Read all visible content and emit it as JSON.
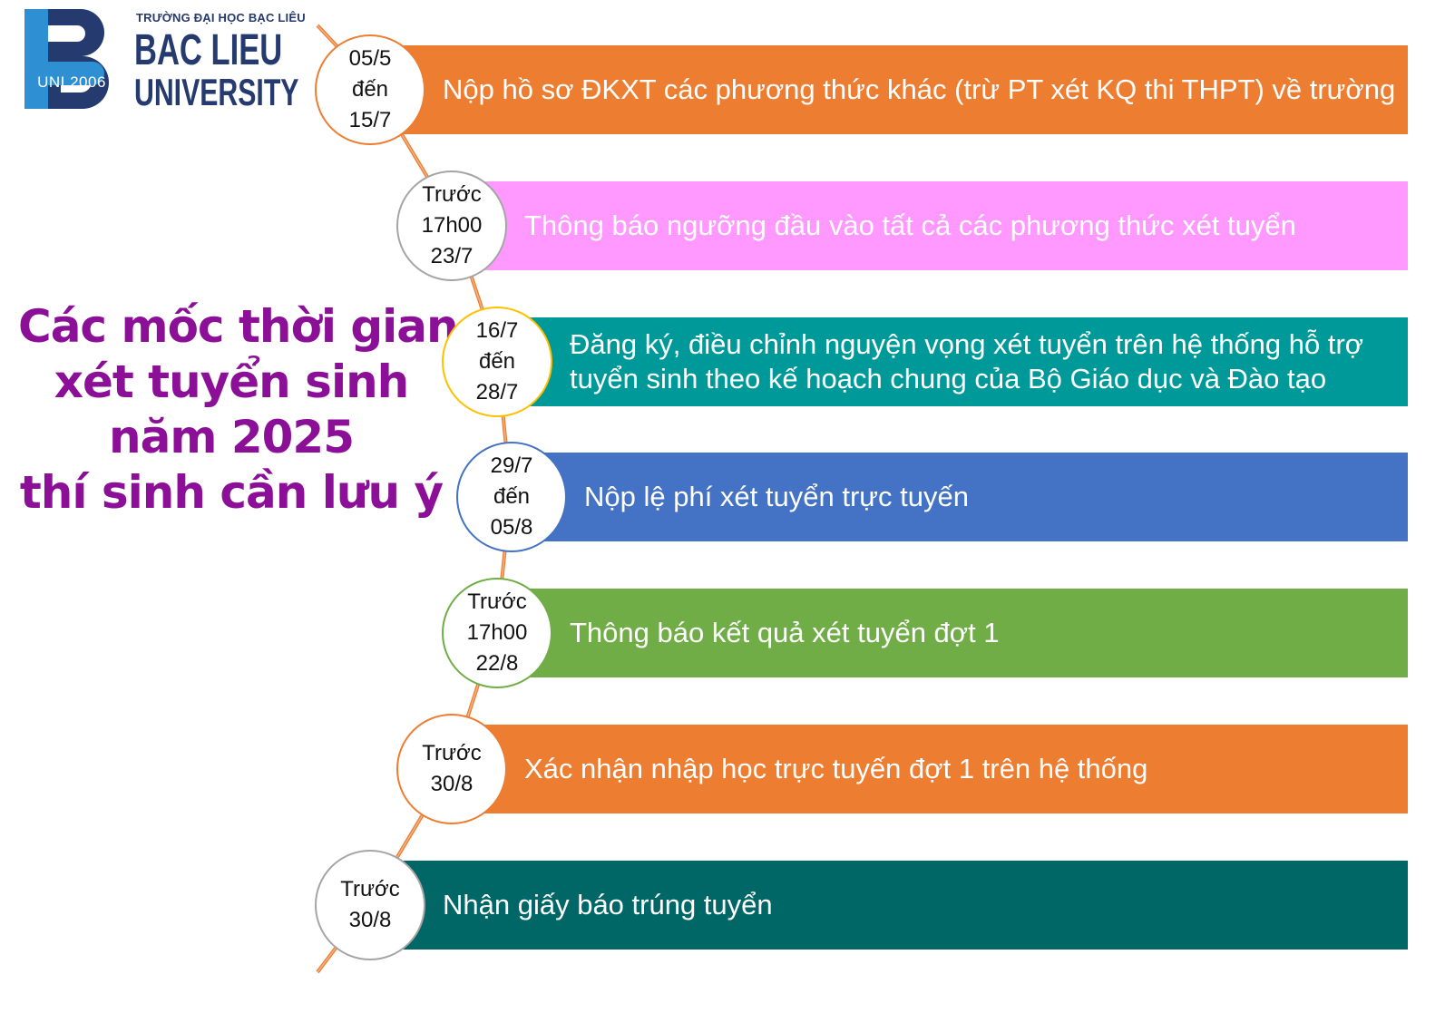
{
  "logo": {
    "small_text": "TRƯỜNG ĐẠI HỌC BẠC LIÊU",
    "line1": "BAC LIEU",
    "line2": "UNIVERSITY",
    "badge": "UNI 2006",
    "letter": "B"
  },
  "heading": {
    "line1": "Các mốc thời gian",
    "line2": "xét tuyển sinh",
    "line3": "năm 2025",
    "line4": "thí sinh cần lưu ý"
  },
  "colors": {
    "heading": "#8b0f97",
    "logo": "#253a6e",
    "timeline_line": "#ed7d31"
  },
  "milestones": [
    {
      "date": "05/5\nđến\n15/7",
      "text": "Nộp hồ sơ ĐKXT các phương thức khác (trừ PT xét KQ thi THPT) về trường",
      "bar_color": "#ed7d31",
      "circle_border": "#ed7d31"
    },
    {
      "date": "Trước\n17h00\n23/7",
      "text": "Thông báo ngưỡng đầu vào tất cả các phương thức xét tuyển",
      "bar_color": "#ff99ff",
      "circle_border": "#a5a5a5"
    },
    {
      "date": "16/7\nđến\n28/7",
      "text": "Đăng ký, điều chỉnh nguyện vọng xét tuyển trên hệ thống hỗ trợ\ntuyển sinh theo kế hoạch chung của Bộ Giáo dục và Đào tạo",
      "bar_color": "#009999",
      "circle_border": "#ffc000"
    },
    {
      "date": "29/7\nđến\n05/8",
      "text": "Nộp lệ phí xét tuyển trực tuyến",
      "bar_color": "#4472c4",
      "circle_border": "#4472c4"
    },
    {
      "date": "Trước\n17h00\n22/8",
      "text": "Thông báo kết quả xét tuyển đợt 1",
      "bar_color": "#70ad47",
      "circle_border": "#70ad47"
    },
    {
      "date": "Trước\n30/8",
      "text": "Xác nhận nhập học trực tuyến đợt 1 trên hệ thống",
      "bar_color": "#ed7d31",
      "circle_border": "#ed7d31"
    },
    {
      "date": "Trước\n30/8",
      "text": "Nhận giấy báo trúng tuyển",
      "bar_color": "#006666",
      "circle_border": "#a5a5a5"
    }
  ]
}
